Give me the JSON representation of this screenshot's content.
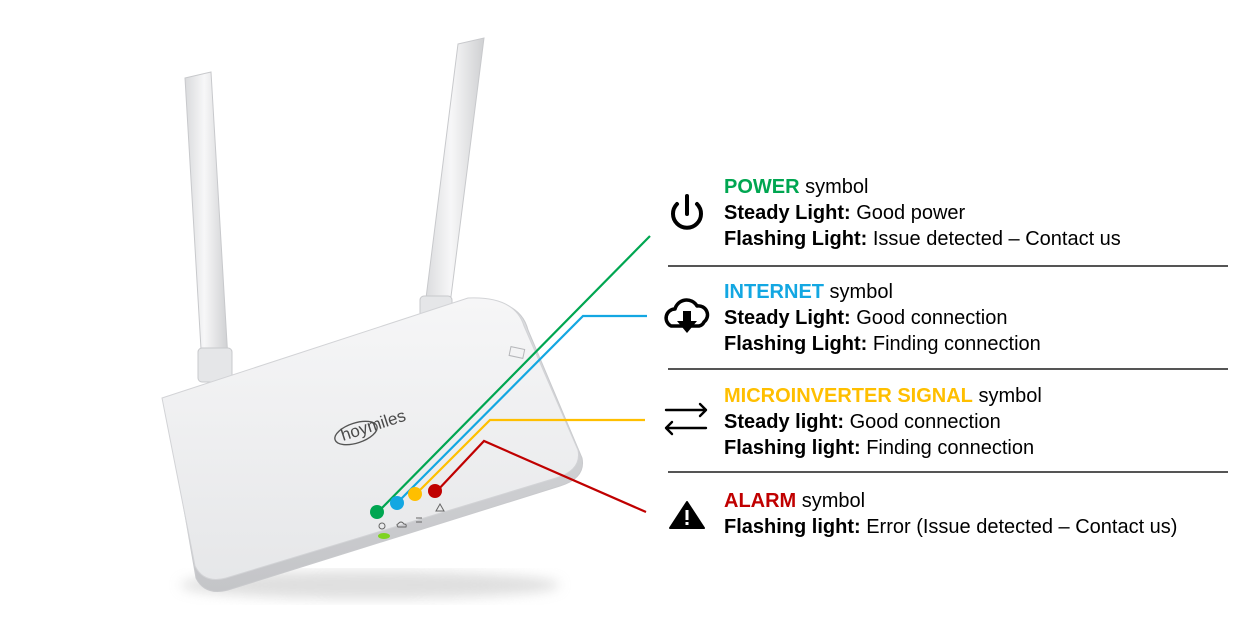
{
  "device": {
    "brand": "hoymiles"
  },
  "colors": {
    "power": "#00a651",
    "internet": "#13a7e2",
    "signal": "#ffbf00",
    "alarm": "#c00000",
    "status_led": "#7ed321"
  },
  "legend": {
    "power": {
      "icon": "power-icon",
      "title_keyword": "POWER",
      "title_suffix": " symbol",
      "lines": [
        {
          "label": "Steady Light:",
          "text": " Good power"
        },
        {
          "label": "Flashing Light:",
          "text": " Issue detected – Contact us"
        }
      ]
    },
    "internet": {
      "icon": "cloud-download-icon",
      "title_keyword": "INTERNET",
      "title_suffix": " symbol",
      "lines": [
        {
          "label": "Steady Light:",
          "text": " Good connection"
        },
        {
          "label": "Flashing Light:",
          "text": " Finding connection"
        }
      ]
    },
    "signal": {
      "icon": "arrows-exchange-icon",
      "title_keyword": "MICROINVERTER SIGNAL",
      "title_suffix": " symbol",
      "lines": [
        {
          "label": "Steady light:",
          "text": " Good connection"
        },
        {
          "label": "Flashing light:",
          "text": " Finding connection"
        }
      ]
    },
    "alarm": {
      "icon": "warning-triangle-icon",
      "title_keyword": "ALARM",
      "title_suffix": " symbol",
      "lines": [
        {
          "label": "Flashing light:",
          "text": " Error (Issue detected – Contact us)"
        }
      ]
    }
  }
}
